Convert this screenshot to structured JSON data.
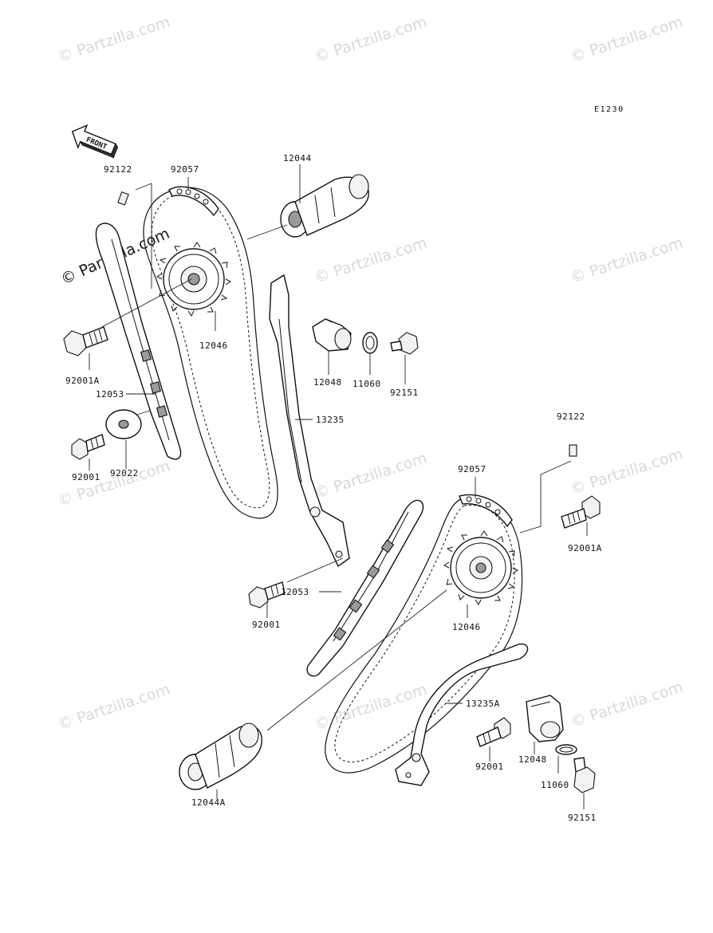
{
  "diagram_code": "E1230",
  "front_arrow_label": "FRONT",
  "watermark_text": "© Partzilla.com",
  "watermark_color": "#d9d9d9",
  "parts": {
    "upper": {
      "pin_92122": "92122",
      "chain_guide_92057": "92057",
      "camshaft_12044": "12044",
      "sprocket_12046": "12046",
      "bolt_92001A": "92001A",
      "guide_12053": "12053",
      "bolt_92001": "92001",
      "washer_92022": "92022",
      "tensioner_12048": "12048",
      "gasket_11060": "11060",
      "bolt_92151": "92151",
      "chain_guide_13235": "13235"
    },
    "lower": {
      "pin_92122": "92122",
      "chain_guide_92057": "92057",
      "bolt_92001A": "92001A",
      "bolt_92001_tensioner": "92001",
      "guide_12053": "12053",
      "sprocket_12046": "12046",
      "chain_guide_13235A": "13235A",
      "bolt_92001": "92001",
      "tensioner_12048": "12048",
      "gasket_11060": "11060",
      "camshaft_12044A": "12044A",
      "bolt_92151": "92151"
    }
  }
}
